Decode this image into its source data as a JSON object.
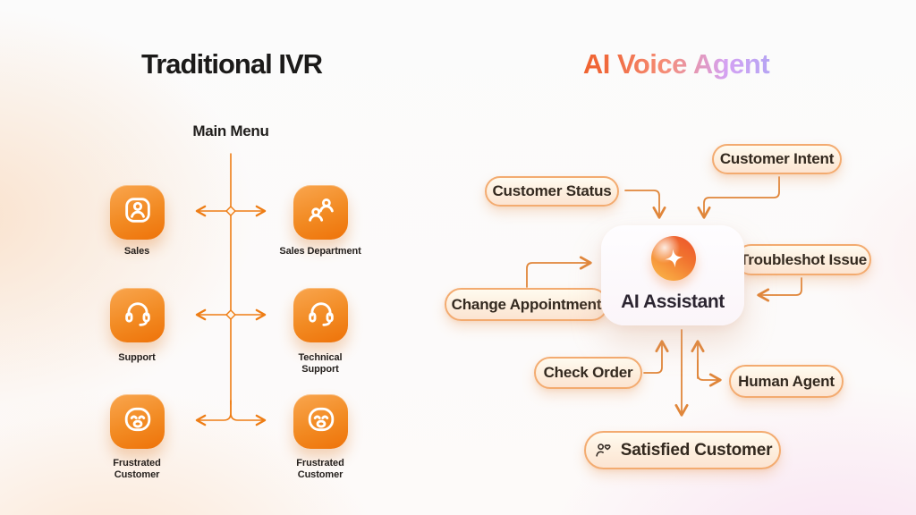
{
  "left_panel": {
    "title": "Traditional IVR",
    "menu_label": "Main Menu",
    "nodes": [
      {
        "label": "Sales",
        "icon": "contact-card-icon"
      },
      {
        "label": "Sales Department",
        "icon": "team-icon"
      },
      {
        "label": "Support",
        "icon": "headset-icon"
      },
      {
        "label": "Technical Support",
        "icon": "headset-icon"
      },
      {
        "label": "Frustrated Customer",
        "icon": "frustrated-face-icon"
      },
      {
        "label": "Frustrated Customer",
        "icon": "frustrated-face-icon"
      }
    ]
  },
  "right_panel": {
    "title": "AI Voice Agent",
    "assistant": {
      "label": "AI Assistant",
      "icon": "sparkle-icon"
    },
    "pills": [
      {
        "label": "Customer Status"
      },
      {
        "label": "Customer Intent"
      },
      {
        "label": "Troubleshot Issue"
      },
      {
        "label": "Change Appointment"
      },
      {
        "label": "Check Order"
      },
      {
        "label": "Human Agent"
      },
      {
        "label": "Satisfied Customer",
        "icon": "person-heart-icon"
      }
    ]
  },
  "colors": {
    "tile_gradient_top": "#f9a64f",
    "tile_gradient_bottom": "#ee7209",
    "connector_left": "#ee7d15",
    "connector_right": "#e0863a",
    "pill_border": "#f3ab70",
    "left_title_text": "#1b1a19",
    "right_title_gradient": [
      "#ee5515",
      "#f06a3e",
      "#f58d77",
      "#d4a2f3",
      "#8fb0ee"
    ]
  }
}
